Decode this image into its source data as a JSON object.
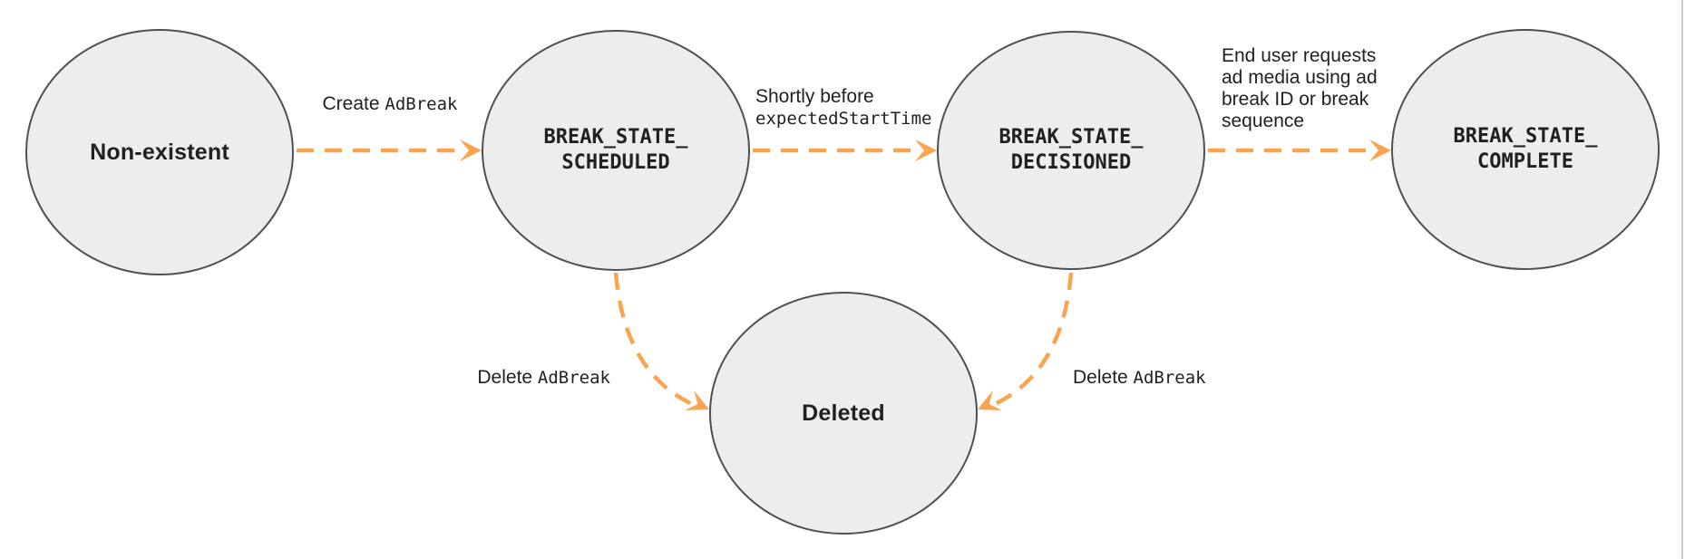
{
  "diagram_kind": "state-transition-diagram",
  "colors": {
    "arrow": "#F9A44F",
    "node_fill": "#EDEDEE",
    "node_stroke": "#4D5156",
    "text": "#202124",
    "edge_line": "#CCCCCC"
  },
  "states": [
    {
      "name": "Non-existent",
      "lines": [
        "Non-existent"
      ],
      "style": "plain"
    },
    {
      "name": "BREAK_STATE_SCHEDULED",
      "lines": [
        "BREAK_STATE_",
        "SCHEDULED"
      ],
      "style": "code"
    },
    {
      "name": "BREAK_STATE_DECISIONED",
      "lines": [
        "BREAK_STATE_",
        "DECISIONED"
      ],
      "style": "code"
    },
    {
      "name": "BREAK_STATE_COMPLETE",
      "lines": [
        "BREAK_STATE_",
        "COMPLETE"
      ],
      "style": "code"
    },
    {
      "name": "Deleted",
      "lines": [
        "Deleted"
      ],
      "style": "plain"
    }
  ],
  "transitions": [
    {
      "from": "Non-existent",
      "to": "BREAK_STATE_SCHEDULED",
      "label_text": "Create ",
      "label_code": "AdBreak"
    },
    {
      "from": "BREAK_STATE_SCHEDULED",
      "to": "BREAK_STATE_DECISIONED",
      "label_text": "Shortly before",
      "label_code": "expectedStartTime"
    },
    {
      "from": "BREAK_STATE_DECISIONED",
      "to": "BREAK_STATE_COMPLETE",
      "label_lines": [
        "End user requests",
        "ad media using ad",
        "break ID or break",
        "sequence"
      ]
    },
    {
      "from": "BREAK_STATE_SCHEDULED",
      "to": "Deleted",
      "label_text": "Delete ",
      "label_code": "AdBreak"
    },
    {
      "from": "BREAK_STATE_DECISIONED",
      "to": "Deleted",
      "label_text": "Delete ",
      "label_code": "AdBreak"
    }
  ]
}
